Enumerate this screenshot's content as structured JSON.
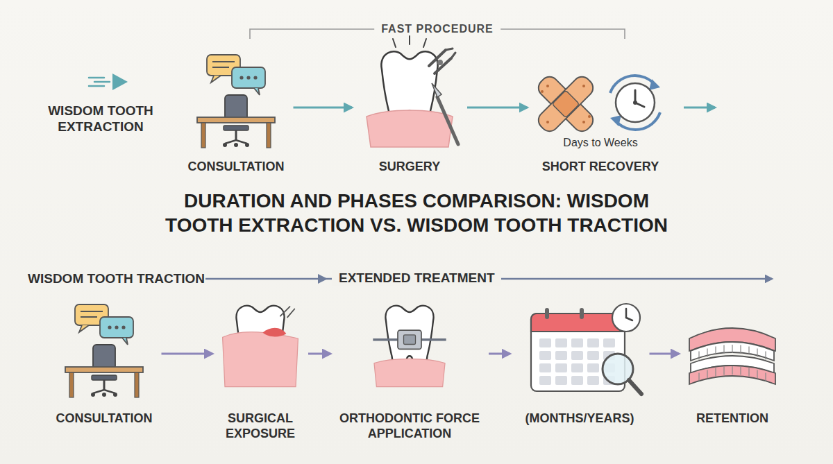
{
  "diagram": {
    "title": "DURATION AND PHASES COMPARISON: WISDOM TOOTH EXTRACTION VS. WISDOM TOOTH TRACTION",
    "nodes": [
      {
        "text": [
          "CONSULTATION"
        ]
      },
      {
        "text": [
          "SURGERY"
        ]
      },
      {
        "text": [
          "Days to Weeks",
          "SHORT RECOVERY"
        ]
      },
      {
        "text": [
          "CONSULTATION"
        ]
      },
      {
        "text": [
          "SURGICAL EXPOSURE"
        ]
      },
      {
        "text": [
          "ORTHODONTIC FORCE APPLICATION"
        ]
      },
      {
        "text": [
          "(MONTHS/YEARS)"
        ]
      },
      {
        "text": [
          "RETENTION"
        ]
      }
    ],
    "edges": [
      {
        "from": 0,
        "to": 1,
        "arrow": "to"
      },
      {
        "from": 1,
        "to": 2,
        "arrow": "to"
      },
      {
        "from": 3,
        "to": 4,
        "arrow": "to"
      },
      {
        "from": 4,
        "to": 5,
        "arrow": "to"
      },
      {
        "from": 5,
        "to": 6,
        "arrow": "to"
      },
      {
        "from": 6,
        "to": 7,
        "arrow": "to"
      }
    ],
    "labels": [
      "WISDOM TOOTH EXTRACTION",
      "FAST PROCEDURE",
      "WISDOM TOOTH TRACTION",
      "EXTENDED TREATMENT"
    ]
  }
}
